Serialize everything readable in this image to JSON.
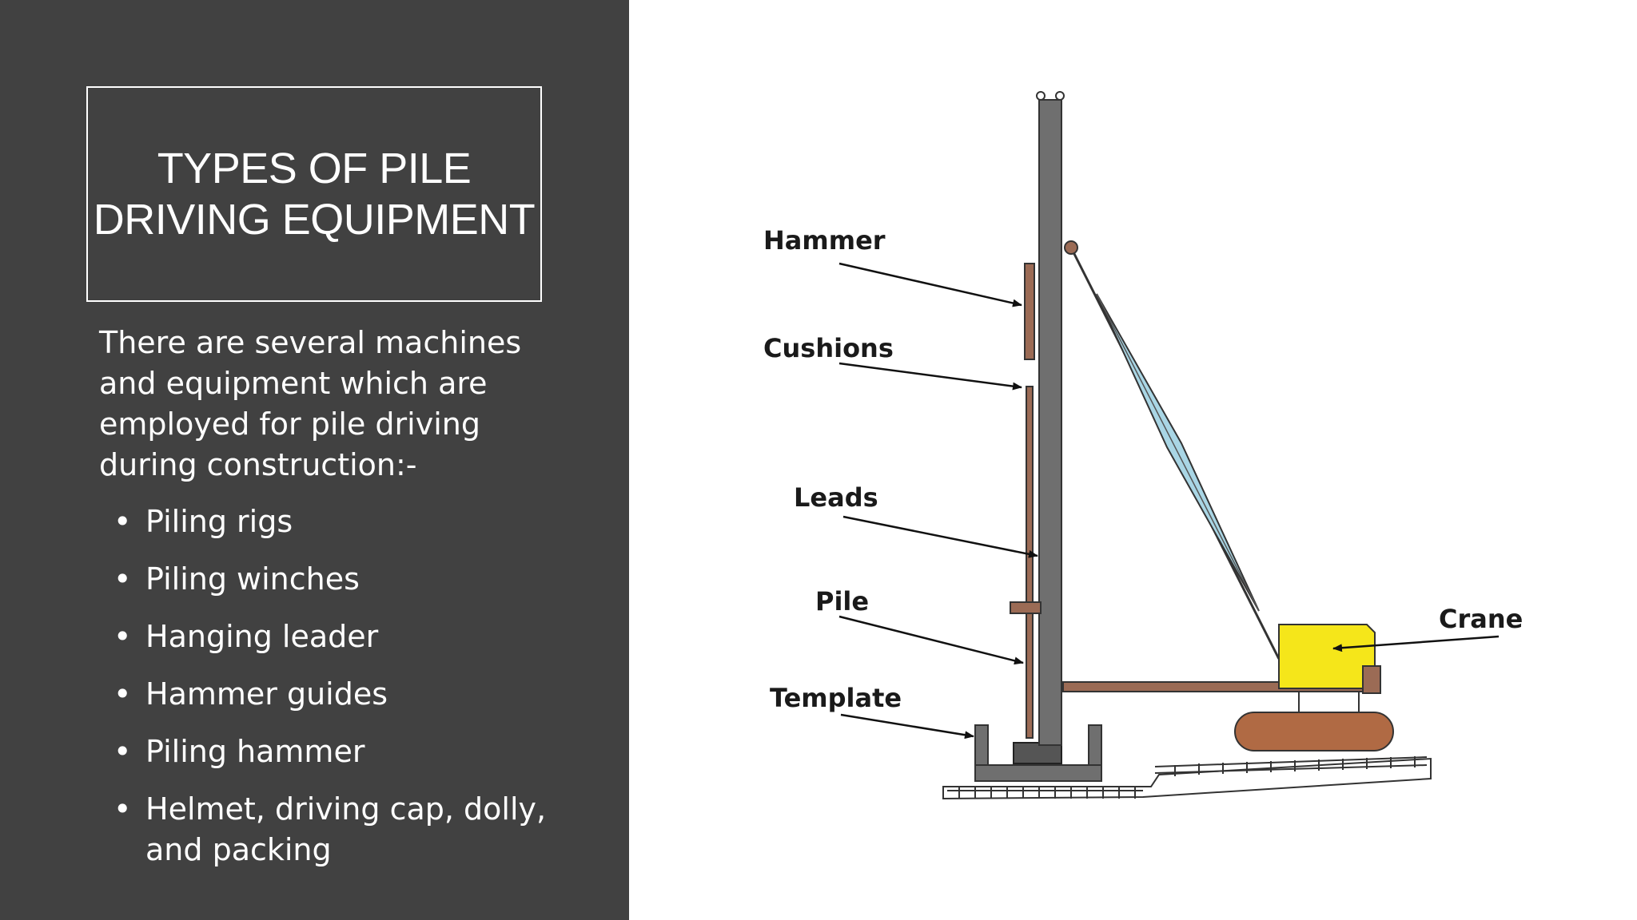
{
  "slide": {
    "title": "TYPES OF PILE DRIVING EQUIPMENT",
    "intro": "There are several machines and equipment which are employed for pile driving during construction:-",
    "bullets": [
      "Piling rigs",
      "Piling winches",
      "Hanging leader",
      "Hammer guides",
      "Piling hammer",
      "Helmet, driving cap, dolly, and packing"
    ]
  },
  "diagram": {
    "labels": {
      "hammer": "Hammer",
      "cushions": "Cushions",
      "leads": "Leads",
      "pile": "Pile",
      "template": "Template",
      "crane": "Crane"
    },
    "colors": {
      "leads": "#6f6f6f",
      "pile": "#9b6b55",
      "crane_body": "#f5e61a",
      "crane_track": "#b06a44",
      "boom": "#a9d6e5",
      "ground": "#333333"
    }
  }
}
